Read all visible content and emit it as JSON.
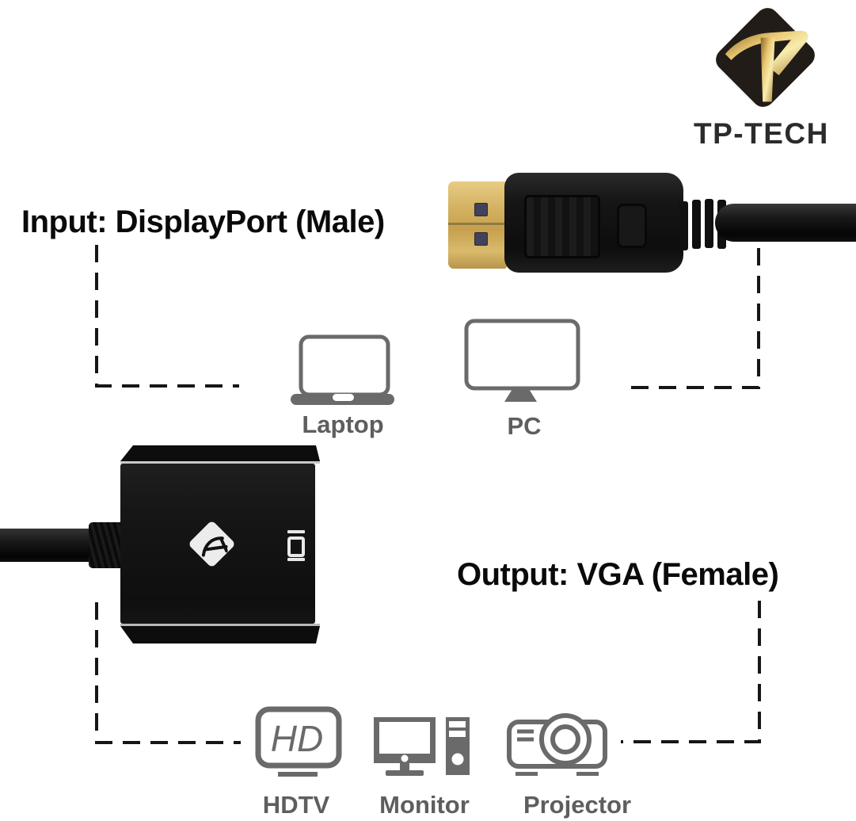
{
  "brand": {
    "name": "TP-TECH",
    "monogram": "TP",
    "colors": {
      "diamond": "#211c17",
      "gold_dark": "#8a6420",
      "gold_mid": "#e9c873",
      "gold_light": "#f8ecae",
      "text": "#2b2b2b"
    }
  },
  "annotations": {
    "input_label": "Input: DisplayPort (Male)",
    "output_label": "Output: VGA (Female)"
  },
  "source_devices": [
    {
      "label": "Laptop",
      "icon": "laptop-icon"
    },
    {
      "label": "PC",
      "icon": "pc-monitor-icon"
    }
  ],
  "output_devices": [
    {
      "label": "HDTV",
      "icon": "hdtv-icon",
      "badge_text": "HD"
    },
    {
      "label": "Monitor",
      "icon": "desktop-computer-icon"
    },
    {
      "label": "Projector",
      "icon": "projector-icon"
    }
  ],
  "photo_parts": {
    "dp_connector": "displayport-male-connector",
    "adapter": "vga-female-adapter",
    "adapter_logo_mark": "A"
  },
  "colors": {
    "icon_gray": "#6a6a6a",
    "label_gray": "#5e5e5e",
    "dash_black": "#161616",
    "headline_black": "#0a0a0a",
    "gold_connector": "#d4b262"
  }
}
